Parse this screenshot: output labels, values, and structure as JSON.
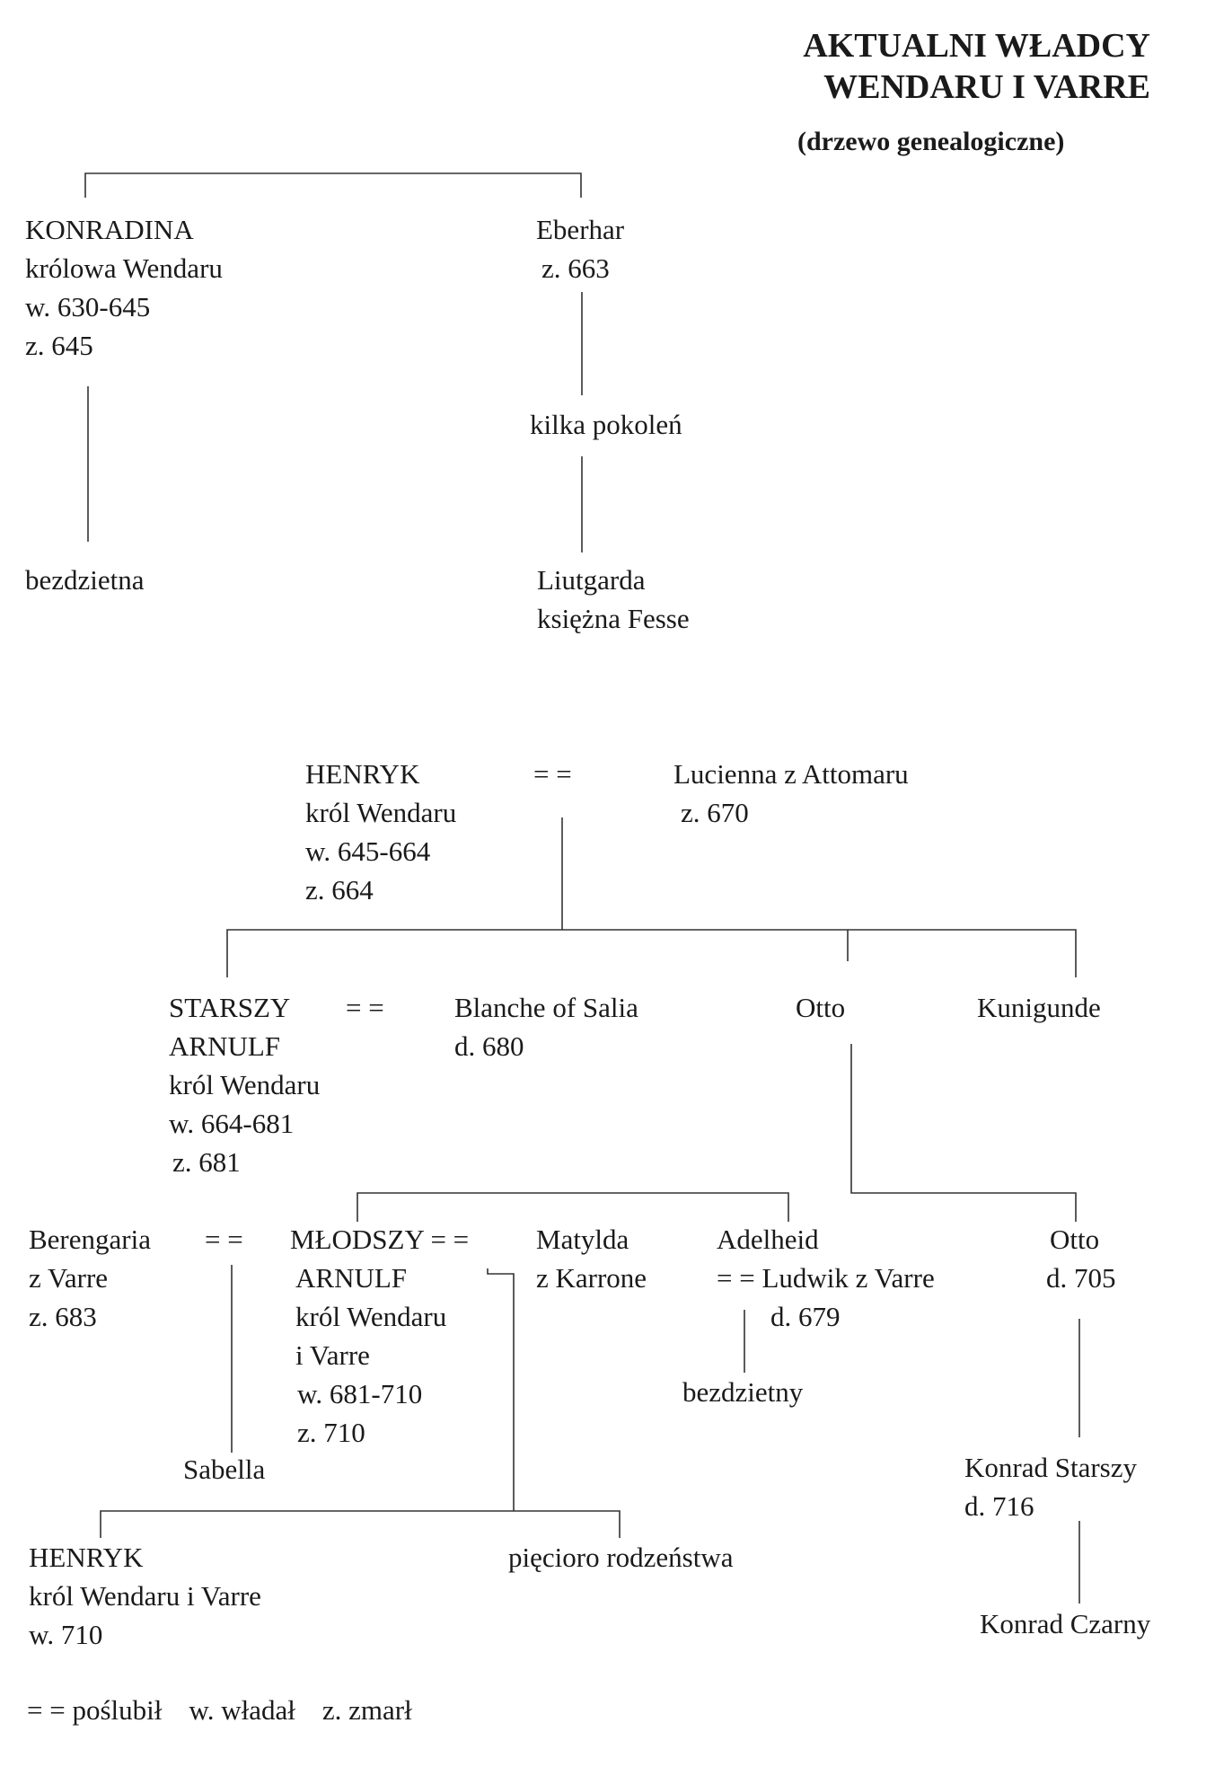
{
  "title": {
    "line1": "AKTUALNI WŁADCY",
    "line2": "WENDARU I VARRE",
    "subtitle": "(drzewo genealogiczne)"
  },
  "nodes": {
    "konradina": {
      "l1": "KONRADINA",
      "l2": "królowa Wendaru",
      "l3": "w. 630-645",
      "l4": "z. 645"
    },
    "eberhar": {
      "l1": "Eberhar",
      "l2": "z. 663"
    },
    "kilka": "kilka pokoleń",
    "bezdzietna": "bezdzietna",
    "liutgarda": {
      "l1": "Liutgarda",
      "l2": "księżna Fesse"
    },
    "henryk1": {
      "l1": "HENRYK",
      "l2": "król Wendaru",
      "l3": "w. 645-664",
      "l4": "z. 664"
    },
    "henryk1_marr": "= =",
    "lucienna": {
      "l1": "Lucienna z Attomaru",
      "l2": "z. 670"
    },
    "arnulf_st": {
      "l1": "STARSZY",
      "l2": "ARNULF",
      "l3": "król Wendaru",
      "l4": "w. 664-681",
      "l5": "z. 681"
    },
    "arnulf_st_marr": "= =",
    "blanche": {
      "l1": "Blanche of Salia",
      "l2": "d. 680"
    },
    "otto1": "Otto",
    "kunigunde": "Kunigunde",
    "berengaria": {
      "l1": "Berengaria",
      "l2": "z Varre",
      "l3": "z. 683"
    },
    "berengaria_marr": "= =",
    "arnulf_ml": {
      "l1": "MŁODSZY = =",
      "l2": "ARNULF",
      "l3": "król Wendaru",
      "l4": "i Varre",
      "l5": "w. 681-710",
      "l6": "z. 710"
    },
    "matylda": {
      "l1": "Matylda",
      "l2": "z Karrone"
    },
    "adelheid": {
      "l1": "Adelheid",
      "l2": "= = Ludwik z Varre",
      "l3": "d. 679"
    },
    "bezdzietny": "bezdzietny",
    "otto2": {
      "l1": "Otto",
      "l2": "d. 705"
    },
    "sabella": "Sabella",
    "konrad_st": {
      "l1": "Konrad Starszy",
      "l2": "d. 716"
    },
    "henryk2": {
      "l1": "HENRYK",
      "l2": "król Wendaru i Varre",
      "l3": "w. 710"
    },
    "piecioro": "pięcioro rodzeństwa",
    "konrad_cz": "Konrad Czarny"
  },
  "legend": {
    "married": "= = poślubił",
    "reigned": "w. władał",
    "died": "z. zmarł"
  }
}
